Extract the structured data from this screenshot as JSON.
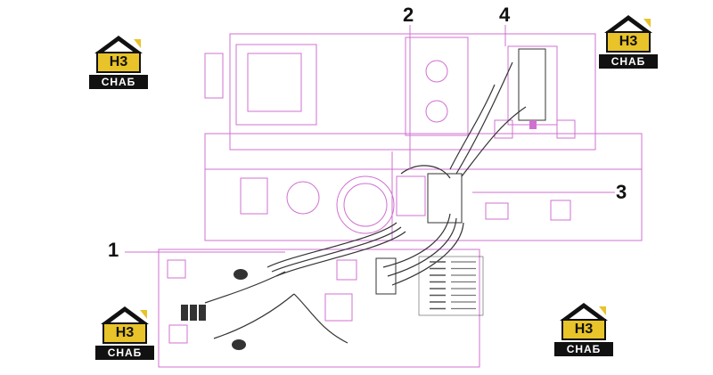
{
  "callouts": [
    "1",
    "2",
    "3",
    "4"
  ],
  "logo": {
    "mark": "H3",
    "brand": "СНАБ"
  },
  "colors": {
    "frame": "#d070d0",
    "hose": "#333333",
    "logo_yellow": "#e8c32a",
    "logo_black": "#111111"
  },
  "legend_rows": 8
}
